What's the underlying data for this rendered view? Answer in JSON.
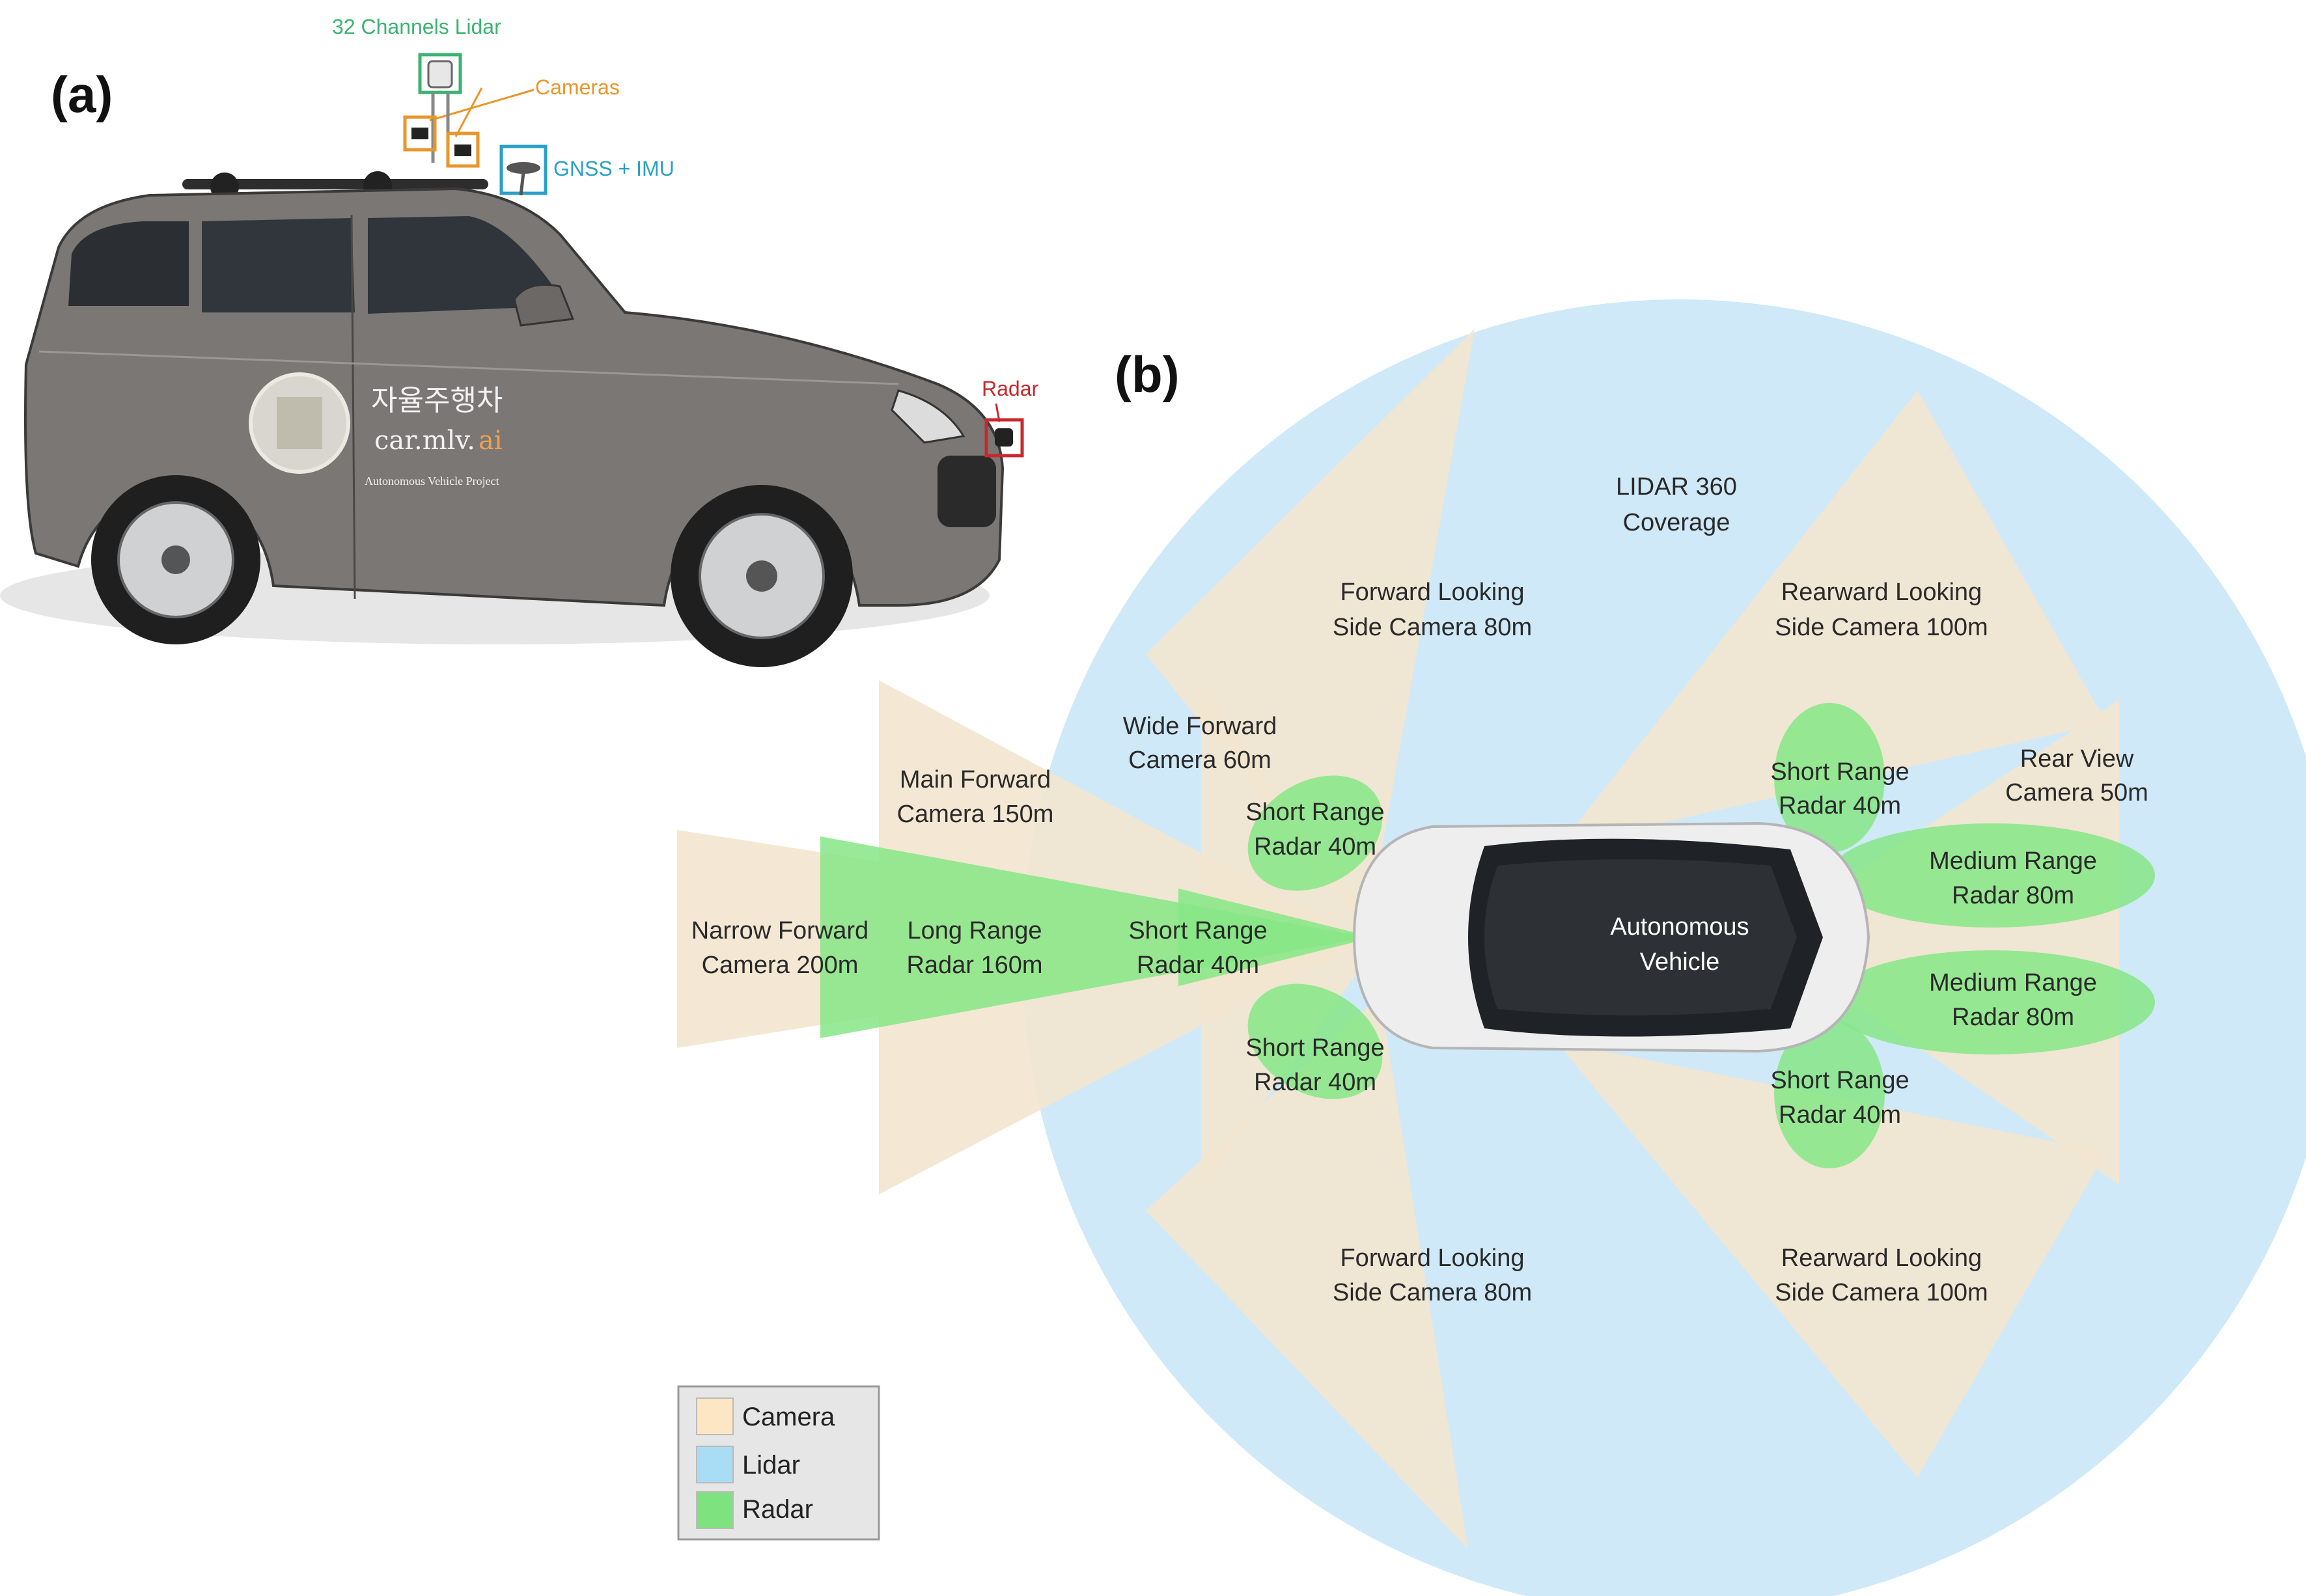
{
  "panel_a": {
    "label": "(a)",
    "callouts": {
      "lidar": "32 Channels Lidar",
      "cameras": "Cameras",
      "gnss": "GNSS + IMU",
      "radar": "Radar"
    },
    "car_text": {
      "korean": "자율주행차",
      "site": "car.mlv.",
      "site_suffix": "ai",
      "project": "Autonomous Vehicle Project"
    }
  },
  "panel_b": {
    "label": "(b)",
    "lidar": [
      "LIDAR 360",
      "Coverage"
    ],
    "vehicle": [
      "Autonomous",
      "Vehicle"
    ],
    "fwd_side_top": [
      "Forward Looking",
      "Side Camera 80m"
    ],
    "rear_side_top": [
      "Rearward Looking",
      "Side Camera 100m"
    ],
    "fwd_side_bottom": [
      "Forward Looking",
      "Side Camera 80m"
    ],
    "rear_side_bottom": [
      "Rearward Looking",
      "Side Camera 100m"
    ],
    "wide_forward": [
      "Wide Forward",
      "Camera 60m"
    ],
    "main_forward": [
      "Main Forward",
      "Camera 150m"
    ],
    "narrow_forward": [
      "Narrow Forward",
      "Camera 200m"
    ],
    "long_range": [
      "Long Range",
      "Radar 160m"
    ],
    "short_front_center": [
      "Short Range",
      "Radar 40m"
    ],
    "short_front_top": [
      "Short Range",
      "Radar 40m"
    ],
    "short_front_bottom": [
      "Short Range",
      "Radar 40m"
    ],
    "short_rear_top": [
      "Short Range",
      "Radar 40m"
    ],
    "short_rear_bottom": [
      "Short Range",
      "Radar 40m"
    ],
    "rear_view": [
      "Rear View",
      "Camera 50m"
    ],
    "medium_top": [
      "Medium Range",
      "Radar 80m"
    ],
    "medium_bottom": [
      "Medium Range",
      "Radar 80m"
    ]
  },
  "legend": {
    "items": [
      {
        "label": "Camera",
        "color": "#fde6c3"
      },
      {
        "label": "Lidar",
        "color": "#a9dcf5"
      },
      {
        "label": "Radar",
        "color": "#7ee37e"
      }
    ]
  },
  "colors": {
    "lidar_fill": "#cfe9f8",
    "camera_fill": "#f3e6cf",
    "radar_fill": "#86e686",
    "lidar_callout": "#3cb371",
    "camera_callout": "#e8962a",
    "gnss_callout": "#2aa0c8",
    "radar_callout": "#c8282d"
  }
}
